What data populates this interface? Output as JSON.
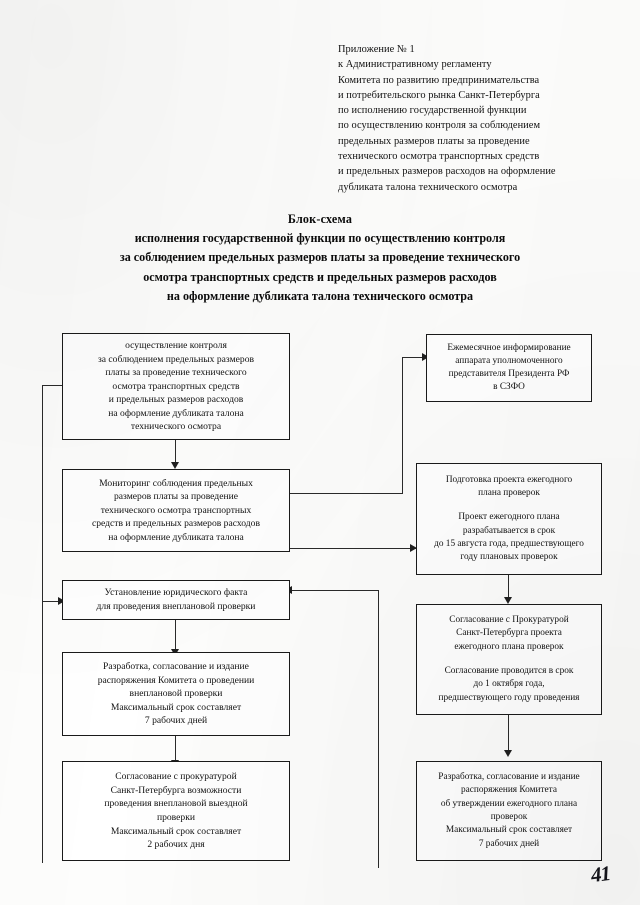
{
  "document": {
    "header_lines": [
      "Приложение № 1",
      "к Административному регламенту",
      "Комитета по развитию предпринимательства",
      "и потребительского рынка Санкт-Петербурга",
      "по исполнению государственной функции",
      "по осуществлению контроля за соблюдением",
      "предельных размеров платы за проведение",
      "технического осмотра транспортных средств",
      "и предельных размеров расходов на оформление",
      "дубликата талона технического осмотра"
    ],
    "title": "Блок-схема",
    "subtitle_lines": [
      "исполнения государственной функции по осуществлению контроля",
      "за соблюдением предельных размеров платы за проведение технического",
      "осмотра транспортных средств и предельных размеров расходов",
      "на оформление дубликата талона технического осмотра"
    ],
    "page_number": "41"
  },
  "flowchart": {
    "nodes": [
      {
        "id": "control",
        "segments": [
          "осуществление контроля\nза соблюдением предельных размеров\nплаты за проведение технического\nосмотра транспортных средств\nи предельных размеров расходов\nна оформление дубликата талона\nтехнического осмотра"
        ]
      },
      {
        "id": "monthly-info",
        "segments": [
          "Ежемесячное информирование\nаппарата уполномоченного\nпредставителя Президента РФ\nв СЗФО"
        ]
      },
      {
        "id": "monitoring",
        "segments": [
          "Мониторинг соблюдения предельных\nразмеров платы за проведение\nтехнического осмотра транспортных\nсредств и предельных размеров расходов\nна оформление дубликата талона"
        ]
      },
      {
        "id": "annual-plan-draft",
        "segments": [
          "Подготовка проекта ежегодного\nплана проверок",
          "Проект ежегодного плана\nразрабатывается в срок\nдо 15 августа года, предшествующего\nгоду плановых проверок"
        ]
      },
      {
        "id": "legal-fact",
        "segments": [
          "Установление юридического факта\nдля проведения внеплановой проверки"
        ]
      },
      {
        "id": "prosecutor-approval-plan",
        "segments": [
          "Согласование с Прокуратурой\nСанкт-Петербурга проекта\nежегодного плана проверок",
          "Согласование проводится в срок\nдо 1 октября года,\nпредшествующего году проведения"
        ]
      },
      {
        "id": "unscheduled-order",
        "segments": [
          "Разработка, согласование и издание\nраспоряжения Комитета о проведении\nвнеплановой проверки\nМаксимальный срок составляет\n7 рабочих дней"
        ]
      },
      {
        "id": "prosecutor-approval-onsite",
        "segments": [
          "Согласование с прокуратурой\nСанкт-Петербурга возможности\nпроведения внеплановой выездной\nпроверки\nМаксимальный срок составляет\n2 рабочих дня"
        ]
      },
      {
        "id": "annual-plan-order",
        "segments": [
          "Разработка, согласование и издание\nраспоряжения Комитета\nоб утверждении ежегодного плана\nпроверок\nМаксимальный срок составляет\n7 рабочих дней"
        ]
      }
    ]
  },
  "colors": {
    "ink": "#111111",
    "line": "#2a2a2a",
    "paper": "#fdfdfc"
  }
}
